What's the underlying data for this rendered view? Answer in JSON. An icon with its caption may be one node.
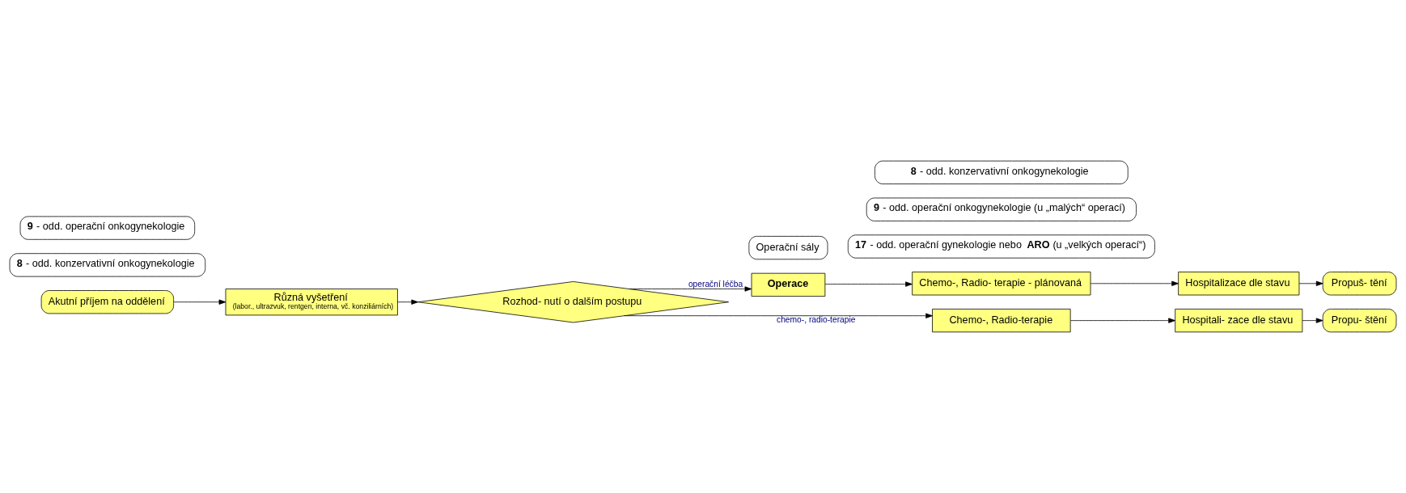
{
  "diagram": {
    "nodes": [
      {
        "text": [
          "Akutní příjem na oddělení"
        ]
      },
      {
        "text": [
          "Různá vyšetření",
          "(labor., ultrazvuk, rentgen, interna, vč. konziliárních)"
        ]
      },
      {
        "text": [
          "Rozhod- nutí o dalším postupu"
        ]
      },
      {
        "text": [
          "Operace"
        ]
      },
      {
        "text": [
          "Chemo-, Radio- terapie - plánovaná"
        ]
      },
      {
        "text": [
          "Hospitalizace dle stavu"
        ]
      },
      {
        "text": [
          "Propuš- tění"
        ]
      },
      {
        "text": [
          "Operační sály"
        ]
      },
      {
        "text": [
          "**17** - odd. operační gynekologie nebo **ARO** (u „velkých operací“)"
        ]
      },
      {
        "text": [
          "**9** - odd. operační onkogynekologie (u „malých“ operací)"
        ]
      },
      {
        "text": [
          "Chemo-, Radio-terapie"
        ]
      },
      {
        "text": [
          "Hospitali- zace dle stavu"
        ]
      },
      {
        "text": [
          "Propu- štění"
        ]
      },
      {
        "text": [
          "**8** - odd. konzervativní onkogynekologie"
        ]
      },
      {
        "text": [
          "**8** - odd. konzervativní onkogynekologie"
        ]
      },
      {
        "text": [
          "**9** - odd. operační onkogynekologie"
        ]
      }
    ],
    "edges": [
      {
        "from": 0,
        "to": 1,
        "arrow": "to"
      },
      {
        "from": 1,
        "to": 2,
        "arrow": "to"
      },
      {
        "from": 2,
        "to": 3,
        "arrow": "to",
        "label": "operační léčba"
      },
      {
        "from": 3,
        "to": 4,
        "arrow": "to"
      },
      {
        "from": 4,
        "to": 5,
        "arrow": "to"
      },
      {
        "from": 5,
        "to": 6,
        "arrow": "to"
      },
      {
        "from": 2,
        "to": 10,
        "arrow": "to",
        "label": "chemo-, radio-terapie"
      },
      {
        "from": 10,
        "to": 11,
        "arrow": "to"
      },
      {
        "from": 11,
        "to": 12,
        "arrow": "to"
      }
    ]
  }
}
